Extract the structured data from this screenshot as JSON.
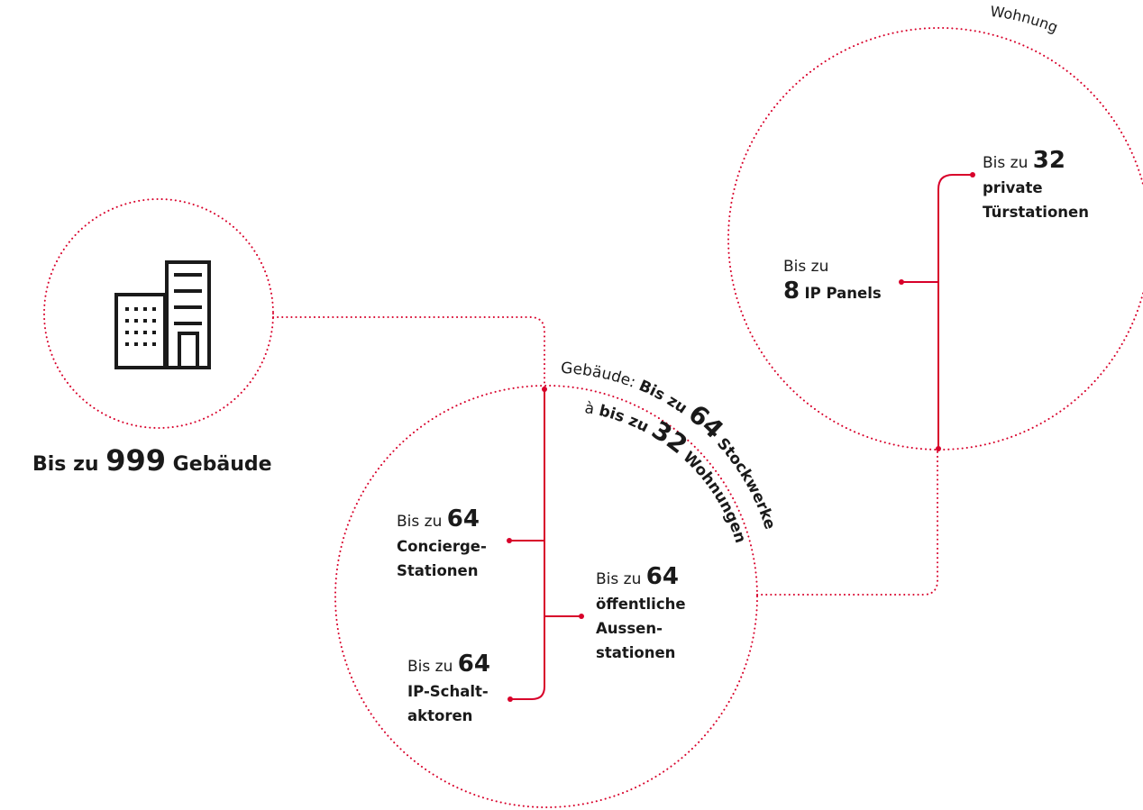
{
  "colors": {
    "accent": "#d8002a",
    "text": "#1a1a1a",
    "background": "#ffffff"
  },
  "building": {
    "icon": "building-icon",
    "prefix": "Bis zu",
    "number": "999",
    "suffix": "Gebäude"
  },
  "wohnung": {
    "title": "Wohnung",
    "panels": {
      "prefix": "Bis zu",
      "number": "8",
      "suffix": "IP Panels"
    },
    "doorstations": {
      "prefix": "Bis zu",
      "number": "32",
      "line1": "private",
      "line2": "Türstationen"
    }
  },
  "gebaeude": {
    "arc_label1": "Gebäude:",
    "arc_bold1": "Bis zu",
    "arc_num1": "64",
    "arc_bold1b": "Stockwerke",
    "arc_label2": "à",
    "arc_bold2": "bis zu",
    "arc_num2": "32",
    "arc_bold2b": "Wohnungen",
    "concierge": {
      "prefix": "Bis zu",
      "number": "64",
      "line1": "Concierge-",
      "line2": "Stationen"
    },
    "actors": {
      "prefix": "Bis zu",
      "number": "64",
      "line1": "IP-Schalt-",
      "line2": "aktoren"
    },
    "outdoor": {
      "prefix": "Bis zu",
      "number": "64",
      "line1": "öffentliche",
      "line2": "Aussen-",
      "line3": "stationen"
    }
  }
}
